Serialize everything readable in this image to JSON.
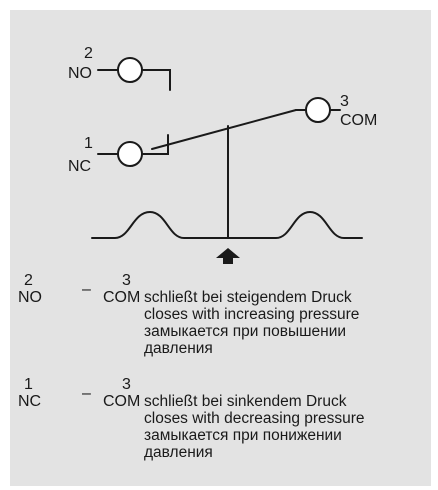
{
  "diagram": {
    "terminals": [
      {
        "number": "2",
        "label": "NO"
      },
      {
        "number": "1",
        "label": "NC"
      },
      {
        "number": "3",
        "label": "COM"
      }
    ]
  },
  "legend": [
    {
      "from_number": "2",
      "from_label": "NO",
      "dash": "–",
      "to_number": "3",
      "to_label": "COM",
      "lines": [
        "schließt bei steigendem Druck",
        "closes with increasing pressure",
        "замыкается при повышении",
        "давления"
      ]
    },
    {
      "from_number": "1",
      "from_label": "NC",
      "dash": "–",
      "to_number": "3",
      "to_label": "COM",
      "lines": [
        "schließt bei sinkendem Druck",
        "closes with decreasing pressure",
        "замыкается при понижении",
        "давления"
      ]
    }
  ],
  "colors": {
    "background": "#e3e3e3",
    "ink": "#1a1a1a"
  }
}
